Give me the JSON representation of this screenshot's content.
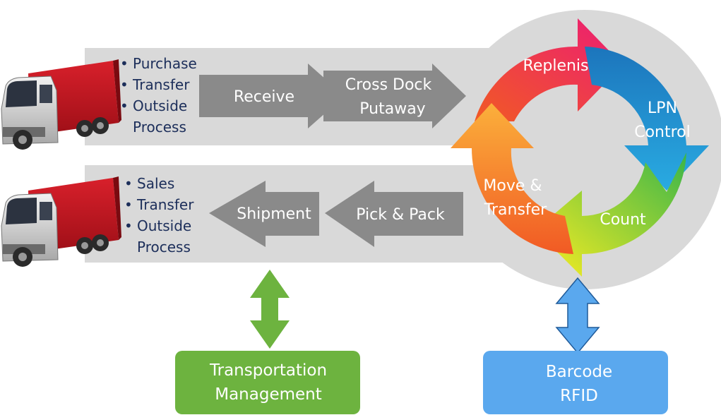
{
  "inbound": {
    "bullets": [
      "Purchase",
      "Transfer",
      "Outside",
      "Process"
    ],
    "steps": [
      "Receive",
      "Cross Dock",
      "Putaway"
    ]
  },
  "outbound": {
    "bullets": [
      "Sales",
      "Transfer",
      "Outside",
      "Process"
    ],
    "steps": [
      "Shipment",
      "Pick & Pack"
    ]
  },
  "cycle": {
    "segments": [
      "Replenish",
      "LPN",
      "Control",
      "Count",
      "Move &",
      "Transfer"
    ]
  },
  "boxes": {
    "transport_line1": "Transportation",
    "transport_line2": "Management",
    "barcode_line1": "Barcode",
    "barcode_line2": "RFID"
  },
  "colors": {
    "band": "#d9d9d9",
    "arrow_grey": "#8a8a8a",
    "bullet_text": "#1c2e5a",
    "green": "#6db33f",
    "blue": "#5aa8ee",
    "red": "#e8213a",
    "cycle_blue": "#1fa3e6",
    "cycle_green": "#9ccc1f",
    "orange": "#f7941d"
  }
}
